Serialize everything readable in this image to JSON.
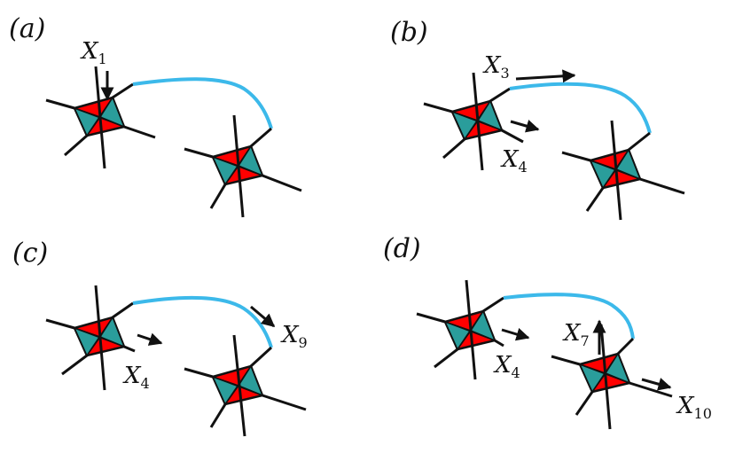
{
  "colors": {
    "red": "#ff0000",
    "teal": "#2a9d9b",
    "bond": "#3cb9ea",
    "line": "#111111"
  },
  "panels": [
    {
      "id": "a",
      "label": "(a)",
      "arrows": [
        {
          "name": "X",
          "sub": "1"
        }
      ]
    },
    {
      "id": "b",
      "label": "(b)",
      "arrows": [
        {
          "name": "X",
          "sub": "3"
        },
        {
          "name": "X",
          "sub": "4"
        }
      ]
    },
    {
      "id": "c",
      "label": "(c)",
      "arrows": [
        {
          "name": "X",
          "sub": "4"
        },
        {
          "name": "X",
          "sub": "9"
        }
      ]
    },
    {
      "id": "d",
      "label": "(d)",
      "arrows": [
        {
          "name": "X",
          "sub": "4"
        },
        {
          "name": "X",
          "sub": "7"
        },
        {
          "name": "X",
          "sub": "10"
        }
      ]
    }
  ]
}
